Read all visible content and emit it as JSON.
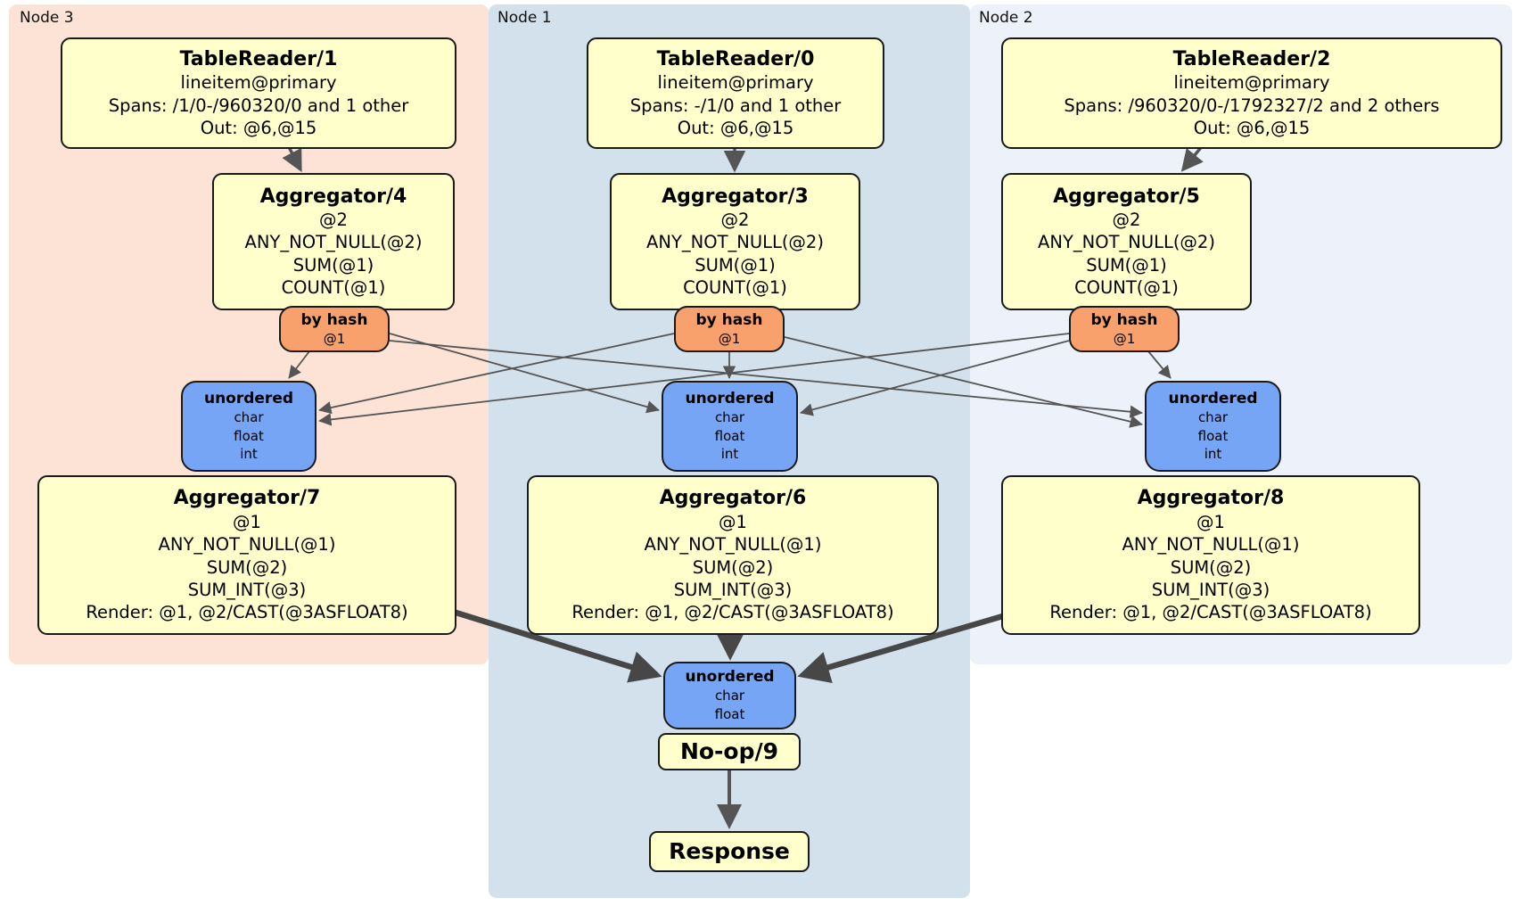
{
  "palette": {
    "node3_bg": "#fce3d5",
    "node1_bg": "#d3e1ec",
    "node2_bg": "#edf1fa",
    "processor_fill": "#ffffcc",
    "router_fill": "#f9a16d",
    "sync_fill": "#76a5f5",
    "edge_thin": "#555555",
    "edge_thick": "#474747"
  },
  "regions": {
    "node3": {
      "label": "Node 3"
    },
    "node1": {
      "label": "Node 1"
    },
    "node2": {
      "label": "Node 2"
    }
  },
  "processors": {
    "tr1": {
      "title": "TableReader/1",
      "lines": [
        "lineitem@primary",
        "Spans: /1/0-/960320/0 and 1 other",
        "Out: @6,@15"
      ]
    },
    "tr0": {
      "title": "TableReader/0",
      "lines": [
        "lineitem@primary",
        "Spans: -/1/0 and 1 other",
        "Out: @6,@15"
      ]
    },
    "tr2": {
      "title": "TableReader/2",
      "lines": [
        "lineitem@primary",
        "Spans: /960320/0-/1792327/2 and 2 others",
        "Out: @6,@15"
      ]
    },
    "agg4": {
      "title": "Aggregator/4",
      "lines": [
        "@2",
        "ANY_NOT_NULL(@2)",
        "SUM(@1)",
        "COUNT(@1)"
      ]
    },
    "agg3": {
      "title": "Aggregator/3",
      "lines": [
        "@2",
        "ANY_NOT_NULL(@2)",
        "SUM(@1)",
        "COUNT(@1)"
      ]
    },
    "agg5": {
      "title": "Aggregator/5",
      "lines": [
        "@2",
        "ANY_NOT_NULL(@2)",
        "SUM(@1)",
        "COUNT(@1)"
      ]
    },
    "agg7": {
      "title": "Aggregator/7",
      "lines": [
        "@1",
        "ANY_NOT_NULL(@1)",
        "SUM(@2)",
        "SUM_INT(@3)",
        "Render: @1, @2/CAST(@3ASFLOAT8)"
      ]
    },
    "agg6": {
      "title": "Aggregator/6",
      "lines": [
        "@1",
        "ANY_NOT_NULL(@1)",
        "SUM(@2)",
        "SUM_INT(@3)",
        "Render: @1, @2/CAST(@3ASFLOAT8)"
      ]
    },
    "agg8": {
      "title": "Aggregator/8",
      "lines": [
        "@1",
        "ANY_NOT_NULL(@1)",
        "SUM(@2)",
        "SUM_INT(@3)",
        "Render: @1, @2/CAST(@3ASFLOAT8)"
      ]
    },
    "noop": {
      "title": "No-op/9"
    },
    "response": {
      "title": "Response"
    }
  },
  "routers": {
    "hash3": {
      "title": "by hash",
      "key": "@1"
    },
    "hash1": {
      "title": "by hash",
      "key": "@1"
    },
    "hash2": {
      "title": "by hash",
      "key": "@1"
    }
  },
  "syncs": {
    "un3": {
      "title": "unordered",
      "lines": [
        "char",
        "float",
        "int"
      ]
    },
    "un1": {
      "title": "unordered",
      "lines": [
        "char",
        "float",
        "int"
      ]
    },
    "un2": {
      "title": "unordered",
      "lines": [
        "char",
        "float",
        "int"
      ]
    },
    "unc": {
      "title": "unordered",
      "lines": [
        "char",
        "float"
      ]
    }
  }
}
